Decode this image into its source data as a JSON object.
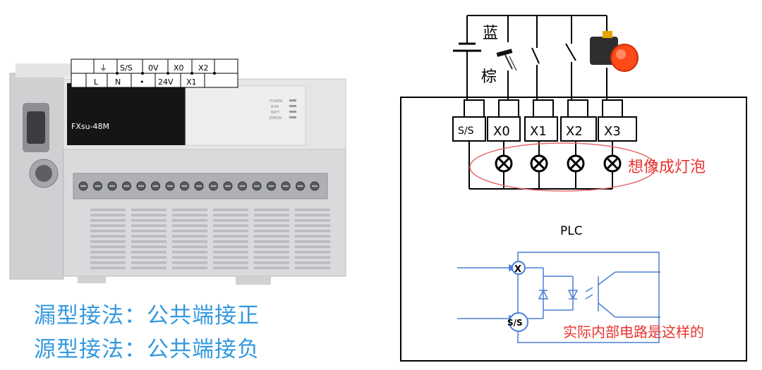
{
  "photo": {
    "model_label": "FXsu-48M",
    "top_terminal_row": [
      "⏚",
      "S/S",
      "0V",
      "X0",
      "X2"
    ],
    "bottom_terminal_row": [
      "L",
      "N",
      "•",
      "24V",
      "X1"
    ],
    "status_leds": [
      "POWER",
      "RUN",
      "BATT",
      "ERROR"
    ]
  },
  "captions": {
    "line1": "漏型接法：公共端接正",
    "line2": "源型接法：公共端接负"
  },
  "wiring": {
    "wire_blue_label": "蓝",
    "wire_brown_label": "棕",
    "terminals": [
      "S/S",
      "X0",
      "X1",
      "X2",
      "X3"
    ],
    "bulb_note": "想像成灯泡",
    "plc_label": "PLC",
    "inner_x_label": "X",
    "inner_ss_label": "S/S",
    "inner_note": "实际内部电路是这样的"
  },
  "colors": {
    "caption_blue": "#3399e0",
    "note_red": "#e8332f",
    "schematic_blue": "#4a7fd6",
    "ellipse_red": "#e36a6a"
  }
}
